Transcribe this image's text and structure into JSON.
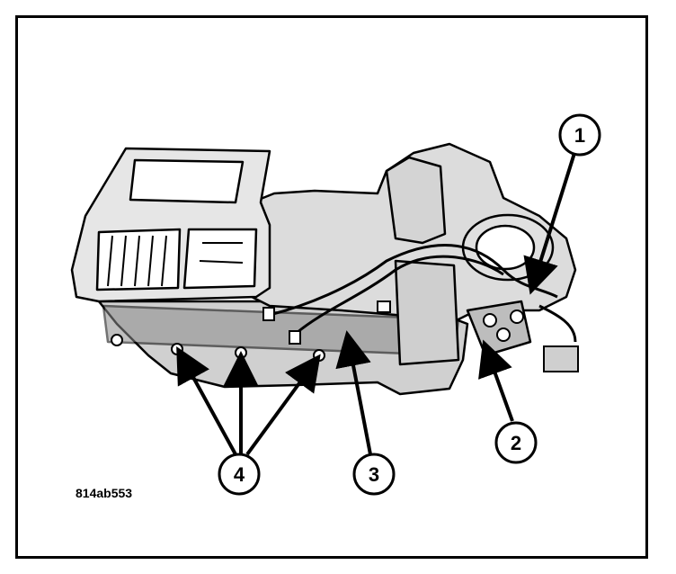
{
  "figure": {
    "code": "814ab553",
    "callouts": [
      {
        "number": "1"
      },
      {
        "number": "2"
      },
      {
        "number": "3"
      },
      {
        "number": "4"
      }
    ]
  },
  "colors": {
    "stroke": "#000000",
    "background": "#ffffff",
    "body_fill": "#d9d9d9",
    "shadow_fill": "#8c8c8c"
  }
}
